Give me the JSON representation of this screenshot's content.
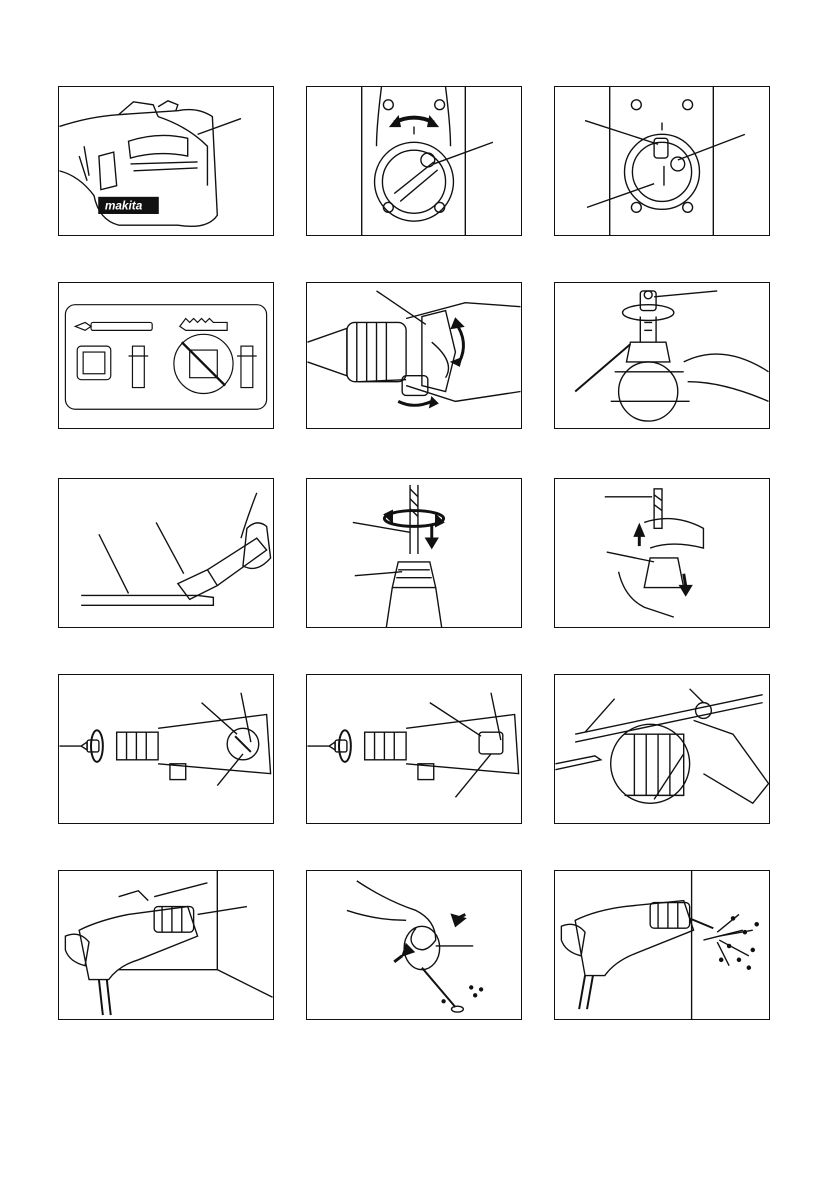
{
  "page": {
    "type": "illustration-sheet",
    "figure_count": 15
  },
  "figures": [
    {
      "id": "fig1",
      "subject": "tool-body-with-lever",
      "brand_mark": "makita"
    },
    {
      "id": "fig2",
      "subject": "mode-dial-rotation"
    },
    {
      "id": "fig3",
      "subject": "mode-dial-lock-button"
    },
    {
      "id": "fig4",
      "subject": "bit-symbols-panel"
    },
    {
      "id": "fig5",
      "subject": "side-grip-adjust"
    },
    {
      "id": "fig6",
      "subject": "depth-gauge-on-grip"
    },
    {
      "id": "fig7",
      "subject": "grease-bit-shank"
    },
    {
      "id": "fig8",
      "subject": "insert-bit-into-chuck"
    },
    {
      "id": "fig9",
      "subject": "remove-bit-from-chuck"
    },
    {
      "id": "fig10",
      "subject": "screwdriver-adjust-brush"
    },
    {
      "id": "fig11",
      "subject": "screwdriver-adjust-brush-alt"
    },
    {
      "id": "fig12",
      "subject": "depth-rod-on-side-handle"
    },
    {
      "id": "fig13",
      "subject": "drilling-into-wall"
    },
    {
      "id": "fig14",
      "subject": "blow-out-bulb"
    },
    {
      "id": "fig15",
      "subject": "chiseling-wall-debris"
    }
  ]
}
